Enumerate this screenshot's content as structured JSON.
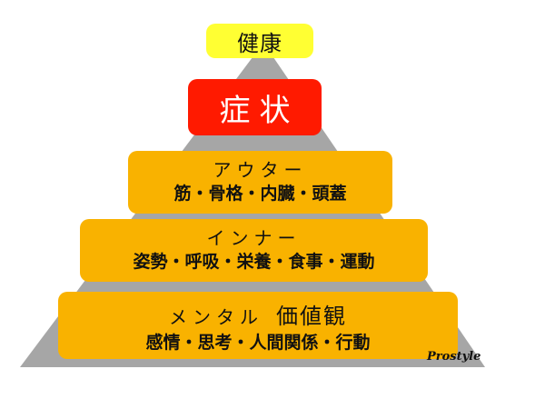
{
  "pyramid": {
    "top": {
      "label": "健康"
    },
    "symptom": {
      "label": "症状"
    },
    "levels": [
      {
        "title": "アウター",
        "items": "筋・骨格・内臓・頭蓋"
      },
      {
        "title": "インナー",
        "items": "姿勢・呼吸・栄養・食事・運動"
      },
      {
        "title": "メンタル",
        "subtitle": "価値観",
        "items": "感情・思考・人間関係・行動"
      }
    ]
  },
  "brand": {
    "label": "Prostyle"
  },
  "colors": {
    "pyramid_gray": "#a6a6a6",
    "level_orange": "#f9b200",
    "top_yellow": "#ffff33",
    "symptom_red": "#ff1a00"
  }
}
